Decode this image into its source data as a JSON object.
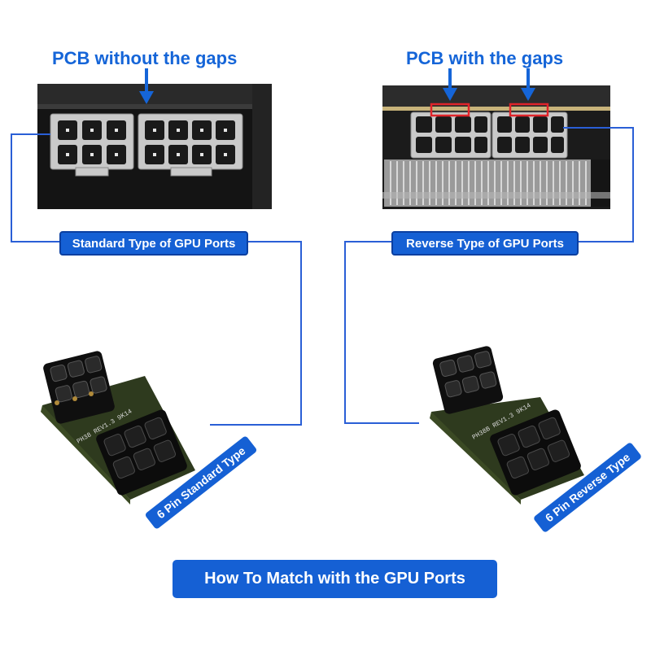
{
  "headings": {
    "left": "PCB without the gaps",
    "right": "PCB with the gaps"
  },
  "labels": {
    "left_port_type": "Standard Type of GPU Ports",
    "right_port_type": "Reverse Type of GPU Ports",
    "left_adapter_type": "6 Pin Standard Type",
    "right_adapter_type": "6 Pin Reverse Type"
  },
  "board_print": {
    "left": "PH38 REV1.3 9K14",
    "right": "PH38B REV1.3 9K14"
  },
  "footer": "How To Match with the GPU Ports",
  "colors": {
    "accent_blue": "#1560d4",
    "gap_marker_red": "#e0242a",
    "line_blue": "#2a5fd6"
  }
}
